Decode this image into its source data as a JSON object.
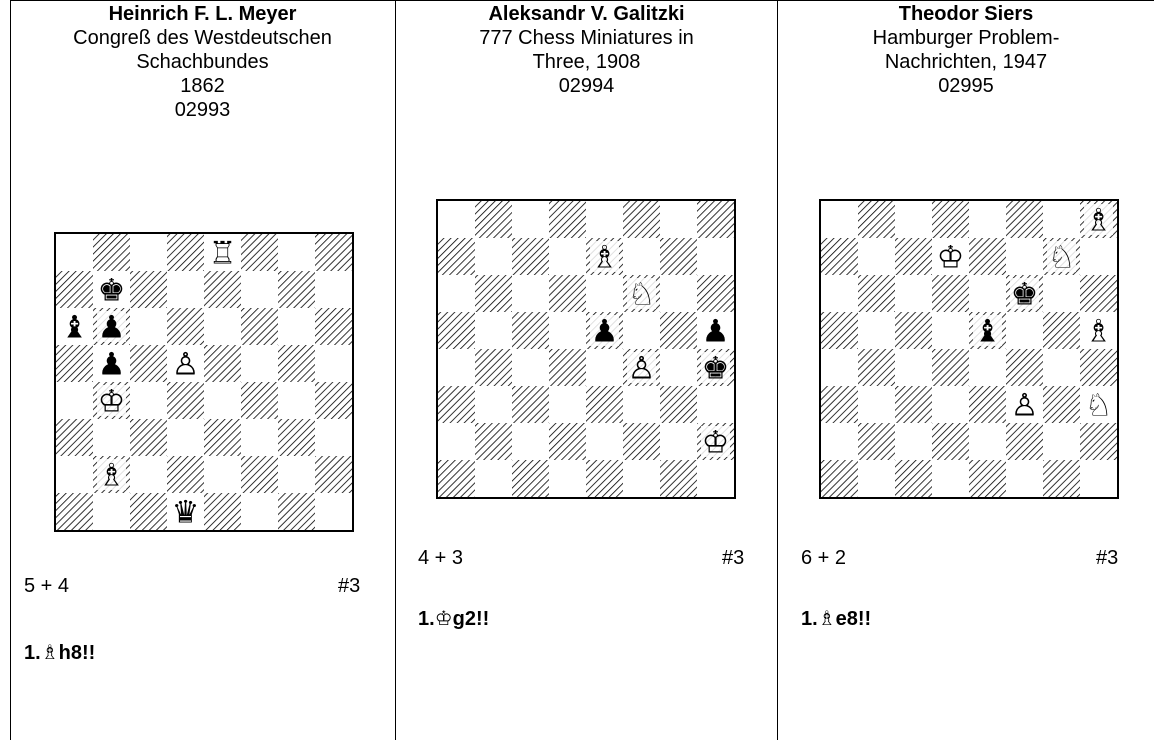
{
  "problems": [
    {
      "author": "Heinrich F. L. Meyer",
      "source_lines": [
        "Congreß des Westdeutschen",
        "Schachbundes",
        "1862",
        "02993"
      ],
      "pieces": [
        {
          "sq": "e8",
          "glyph": "♖",
          "color": "white",
          "name": "rook"
        },
        {
          "sq": "b7",
          "glyph": "♚",
          "color": "black",
          "name": "king"
        },
        {
          "sq": "a6",
          "glyph": "♝",
          "color": "black",
          "name": "bishop"
        },
        {
          "sq": "b6",
          "glyph": "♟",
          "color": "black",
          "name": "pawn"
        },
        {
          "sq": "b5",
          "glyph": "♟",
          "color": "black",
          "name": "pawn"
        },
        {
          "sq": "d5",
          "glyph": "♙",
          "color": "white",
          "name": "pawn"
        },
        {
          "sq": "b4",
          "glyph": "♔",
          "color": "white",
          "name": "king"
        },
        {
          "sq": "b2",
          "glyph": "♗",
          "color": "white",
          "name": "bishop"
        },
        {
          "sq": "d1",
          "glyph": "♛",
          "color": "black",
          "name": "queen"
        }
      ],
      "tally": "5 + 4",
      "goal": "#3",
      "solution_piece": "♗",
      "solution_move": "h8!!",
      "solution_prefix": "1."
    },
    {
      "author": "Aleksandr V. Galitzki",
      "source_lines": [
        "777 Chess Miniatures in",
        "Three, 1908",
        "02994"
      ],
      "pieces": [
        {
          "sq": "e7",
          "glyph": "♗",
          "color": "white",
          "name": "bishop"
        },
        {
          "sq": "f6",
          "glyph": "♘",
          "color": "white",
          "name": "knight"
        },
        {
          "sq": "e5",
          "glyph": "♟",
          "color": "black",
          "name": "pawn"
        },
        {
          "sq": "h5",
          "glyph": "♟",
          "color": "black",
          "name": "pawn"
        },
        {
          "sq": "f4",
          "glyph": "♙",
          "color": "white",
          "name": "pawn"
        },
        {
          "sq": "h4",
          "glyph": "♚",
          "color": "black",
          "name": "king"
        },
        {
          "sq": "h2",
          "glyph": "♔",
          "color": "white",
          "name": "king"
        }
      ],
      "tally": "4 + 3",
      "goal": "#3",
      "solution_piece": "♔",
      "solution_move": "g2!!",
      "solution_prefix": "1."
    },
    {
      "author": "Theodor Siers",
      "source_lines": [
        "Hamburger Problem-",
        "Nachrichten, 1947",
        "02995"
      ],
      "pieces": [
        {
          "sq": "h8",
          "glyph": "♗",
          "color": "white",
          "name": "bishop"
        },
        {
          "sq": "d7",
          "glyph": "♔",
          "color": "white",
          "name": "king"
        },
        {
          "sq": "g7",
          "glyph": "♘",
          "color": "white",
          "name": "knight"
        },
        {
          "sq": "f6",
          "glyph": "♚",
          "color": "black",
          "name": "king"
        },
        {
          "sq": "e5",
          "glyph": "♝",
          "color": "black",
          "name": "bishop"
        },
        {
          "sq": "h5",
          "glyph": "♗",
          "color": "white",
          "name": "bishop"
        },
        {
          "sq": "f3",
          "glyph": "♙",
          "color": "white",
          "name": "pawn"
        },
        {
          "sq": "h3",
          "glyph": "♘",
          "color": "white",
          "name": "knight"
        }
      ],
      "tally": "6 + 2",
      "goal": "#3",
      "solution_piece": "♗",
      "solution_move": "e8!!",
      "solution_prefix": "1."
    }
  ]
}
